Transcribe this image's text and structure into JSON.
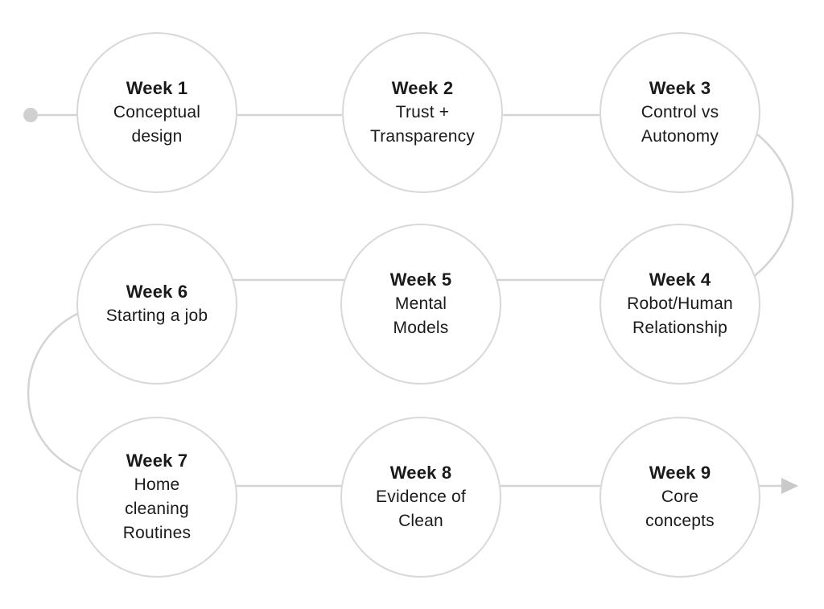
{
  "diagram": {
    "description": "Nine-week course plan flow of circles connected left-to-right, snaking down three rows",
    "nodes": [
      {
        "week": "Week 1",
        "title": "Conceptual\ndesign"
      },
      {
        "week": "Week 2",
        "title": "Trust +\nTransparency"
      },
      {
        "week": "Week 3",
        "title": "Control vs\nAutonomy"
      },
      {
        "week": "Week 4",
        "title": "Robot/Human\nRelationship"
      },
      {
        "week": "Week 5",
        "title": "Mental\nModels"
      },
      {
        "week": "Week 6",
        "title": "Starting a job"
      },
      {
        "week": "Week 7",
        "title": "Home\ncleaning\nRoutines"
      },
      {
        "week": "Week 8",
        "title": "Evidence of\nClean"
      },
      {
        "week": "Week 9",
        "title": "Core\nconcepts"
      }
    ],
    "flow_order": [
      "Week 1",
      "Week 2",
      "Week 3",
      "Week 4",
      "Week 5",
      "Week 6",
      "Week 7",
      "Week 8",
      "Week 9"
    ],
    "icons": {
      "start": "start-dot",
      "end": "arrow-right"
    },
    "colors": {
      "background": "#ffffff",
      "circle_stroke": "#d8d8d8",
      "connector": "#d4d4d4",
      "start_dot_fill": "#d0d0d0",
      "arrow_fill": "#c9c9c9",
      "text": "#1a1a1a"
    }
  }
}
